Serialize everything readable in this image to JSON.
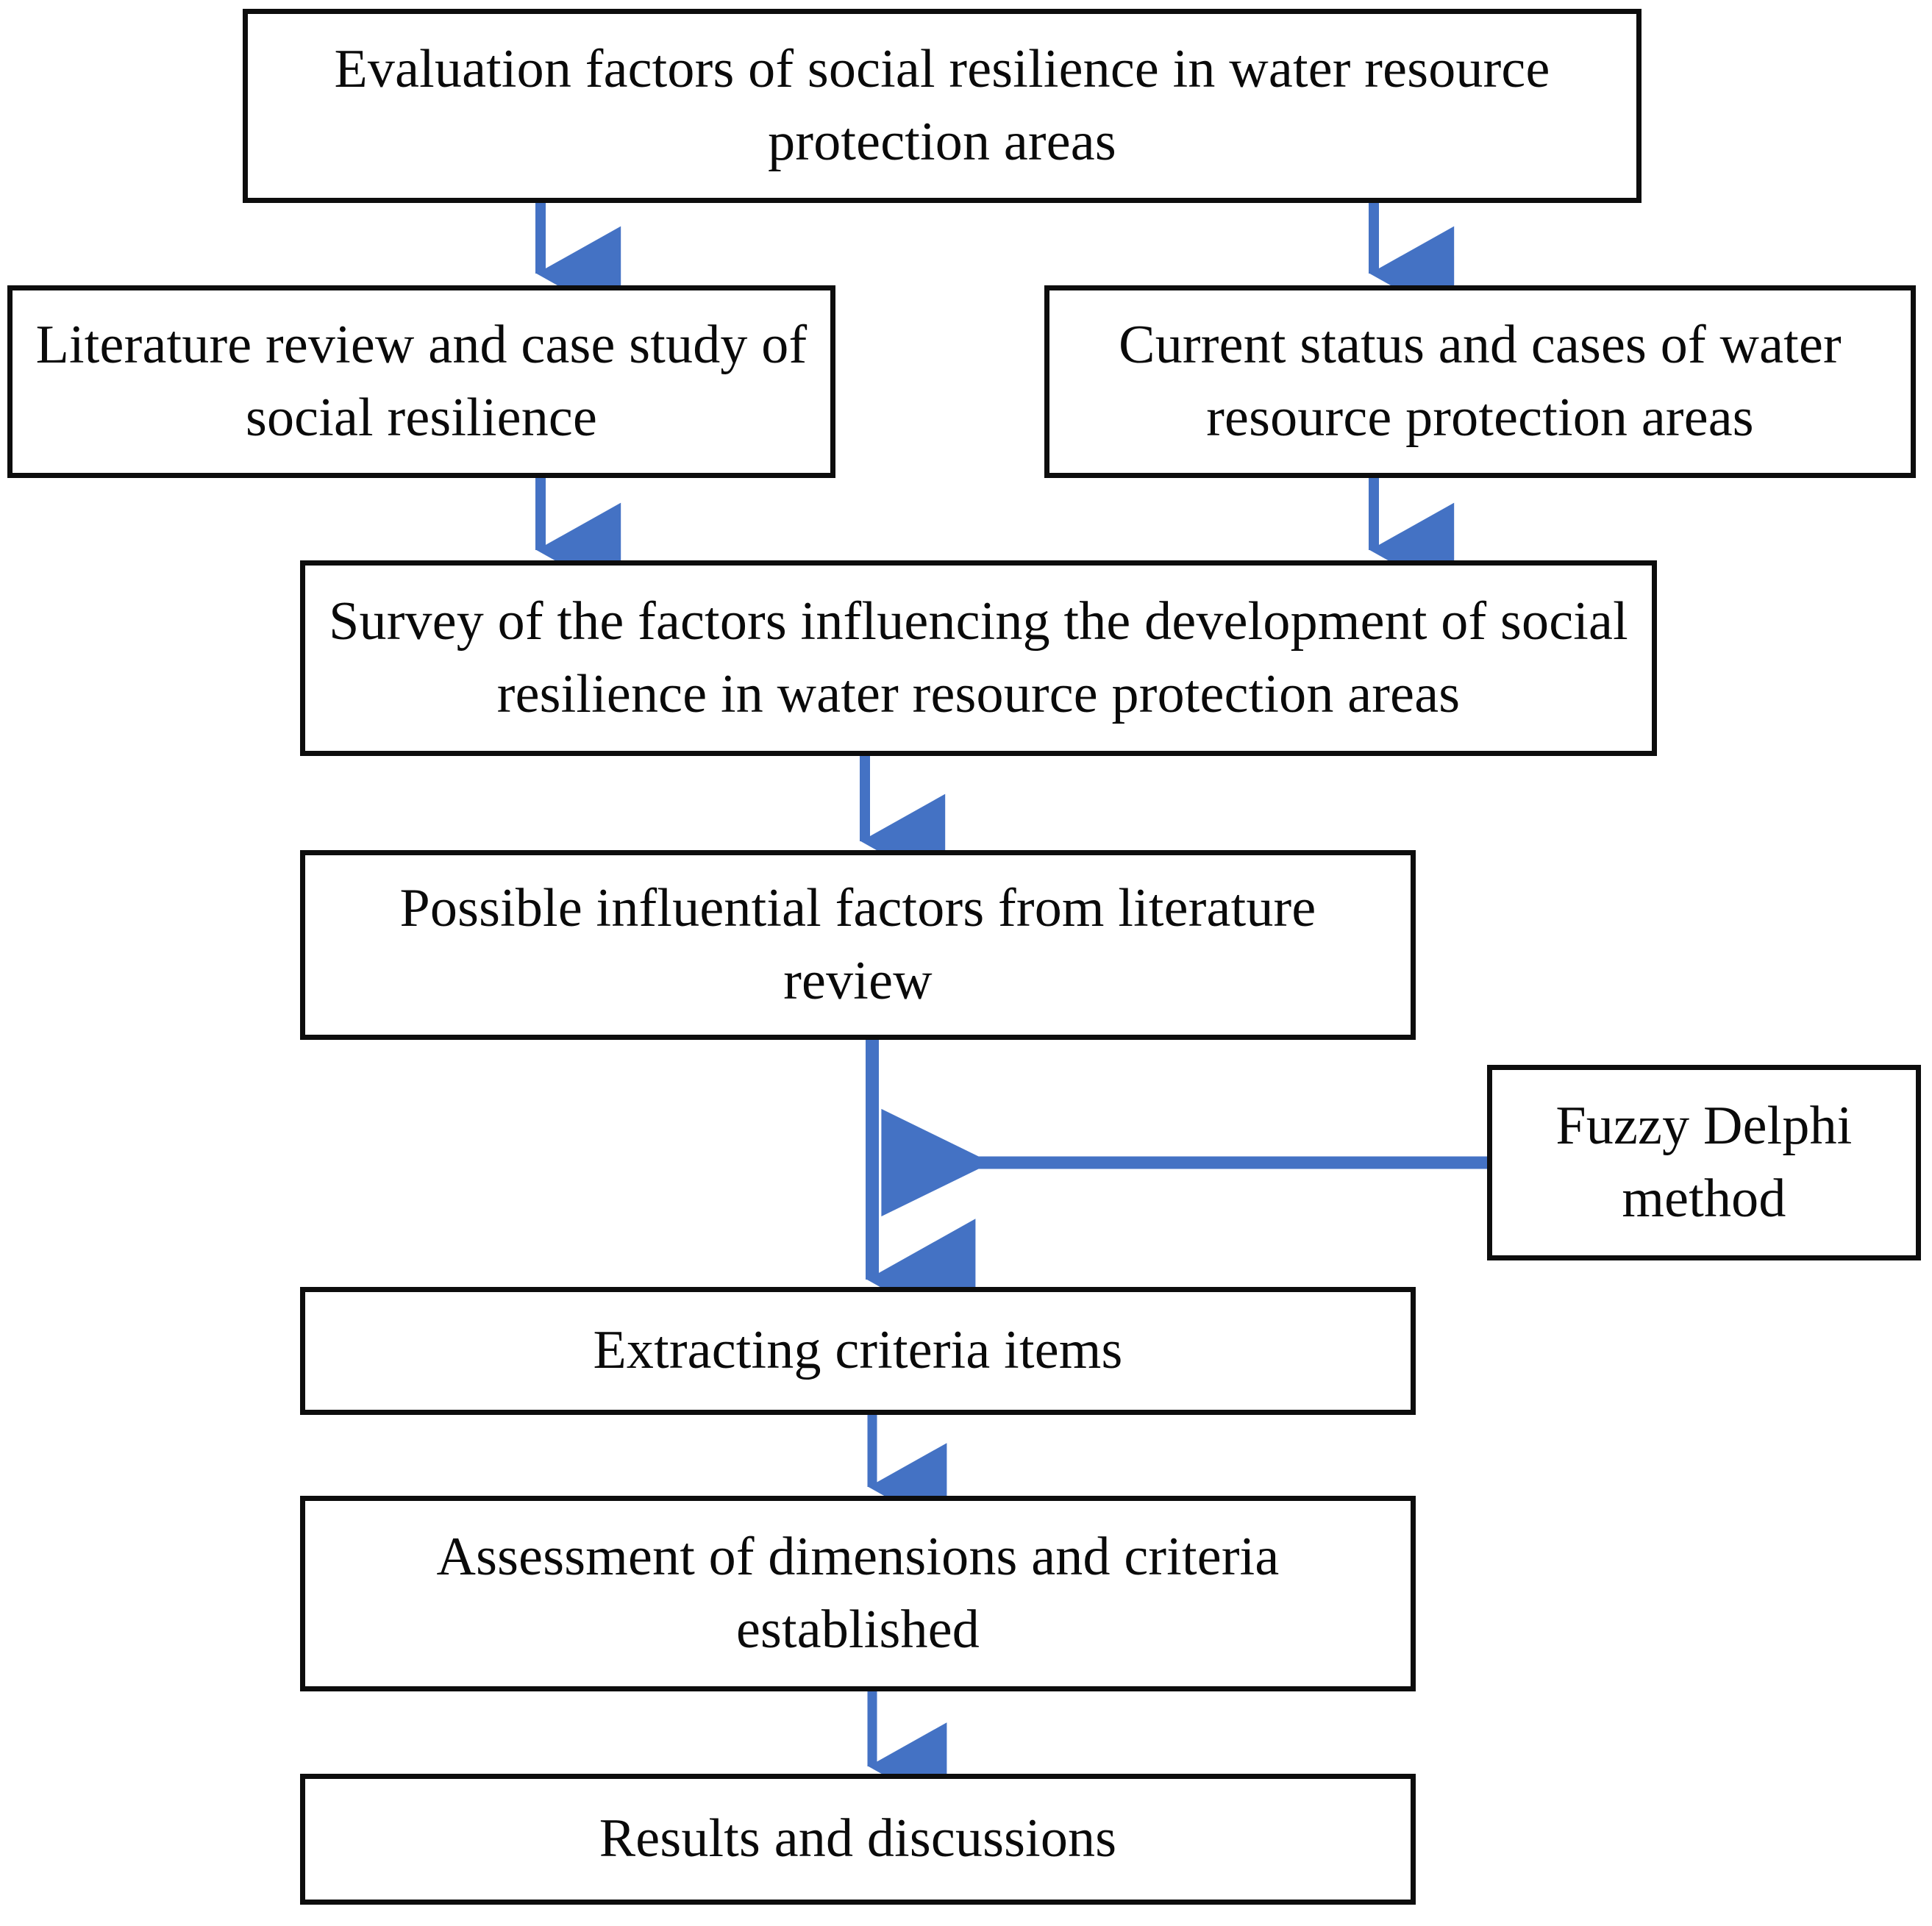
{
  "diagram": {
    "title_text": "Evaluation factors of social resilience in water resource protection areas",
    "accent_color": "#4472C4",
    "box_border_color": "#0D0D0D",
    "background_color": "#FFFFFF",
    "nodes": {
      "root": "Evaluation factors of social resilience in water resource protection areas",
      "literature": "Literature review and case study of social resilience",
      "status": "Current status and cases of water resource protection areas",
      "survey": "Survey of the factors influencing the development of social resilience in water resource protection areas",
      "possible": "Possible influential factors from literature review",
      "fuzzy": "Fuzzy Delphi method",
      "extract": "Extracting criteria items",
      "assess": "Assessment of dimensions and criteria established",
      "results": "Results and discussions"
    },
    "edges": [
      {
        "from": "root",
        "to": "literature",
        "direction": "down"
      },
      {
        "from": "root",
        "to": "status",
        "direction": "down"
      },
      {
        "from": "literature",
        "to": "survey",
        "direction": "down"
      },
      {
        "from": "status",
        "to": "survey",
        "direction": "down"
      },
      {
        "from": "survey",
        "to": "possible",
        "direction": "down"
      },
      {
        "from": "possible",
        "to": "extract",
        "direction": "down"
      },
      {
        "from": "fuzzy",
        "to": "possible-extract-link",
        "direction": "left"
      },
      {
        "from": "extract",
        "to": "assess",
        "direction": "down"
      },
      {
        "from": "assess",
        "to": "results",
        "direction": "down"
      }
    ]
  }
}
